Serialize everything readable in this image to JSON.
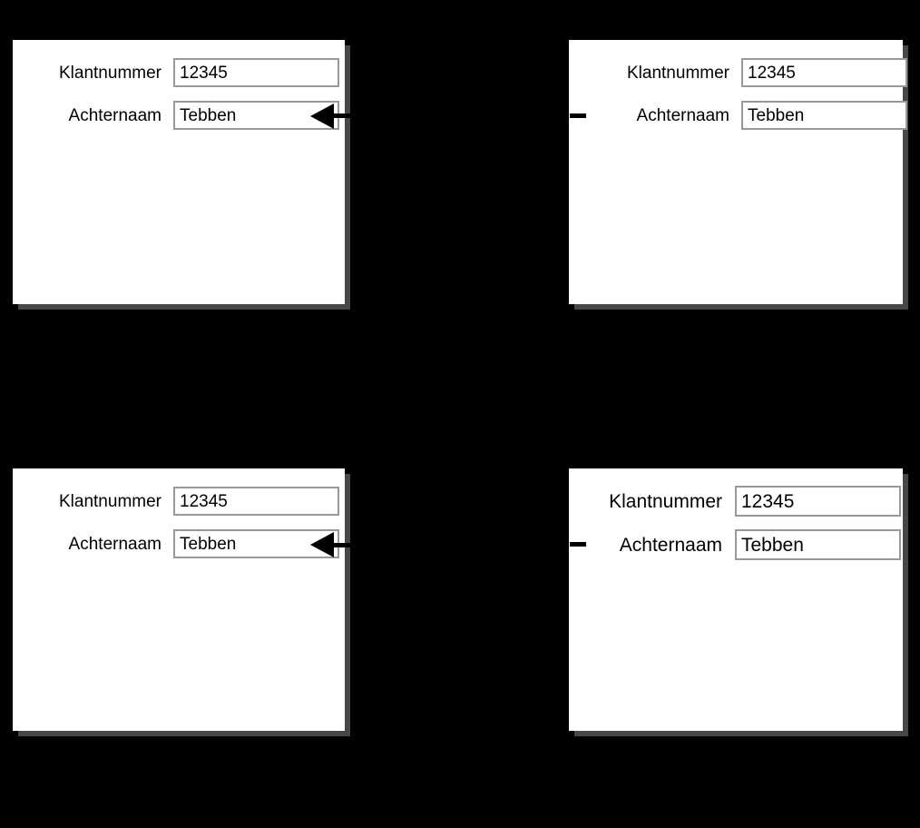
{
  "panels": [
    {
      "id": "top-left",
      "rows": [
        {
          "label": "Klantnummer",
          "value": "12345"
        },
        {
          "label": "Achternaam",
          "value": "Tebben"
        }
      ],
      "annotation": {
        "arrow": "left-pointing-arrowhead",
        "position": "achternaam-field-right",
        "connector": "dashed-stub-right"
      }
    },
    {
      "id": "top-right",
      "rows": [
        {
          "label": "Klantnummer",
          "value": "12345"
        },
        {
          "label": "Achternaam",
          "value": "Tebben"
        }
      ],
      "annotation": {
        "arrow": "none",
        "position": "achternaam-label-left",
        "connector": "short-dash-stub-left"
      }
    },
    {
      "id": "bottom-left",
      "rows": [
        {
          "label": "Klantnummer",
          "value": "12345"
        },
        {
          "label": "Achternaam",
          "value": "Tebben"
        }
      ],
      "annotation": {
        "arrow": "left-pointing-arrowhead",
        "position": "achternaam-field-right",
        "connector": "solid-line-right"
      }
    },
    {
      "id": "bottom-right",
      "rows": [
        {
          "label": "Klantnummer",
          "value": "12345"
        },
        {
          "label": "Achternaam",
          "value": "Tebben"
        }
      ],
      "annotation": {
        "arrow": "none",
        "position": "achternaam-label-left",
        "connector": "short-dash-stub-left"
      }
    }
  ],
  "colors": {
    "background": "#000000",
    "panel": "#ffffff",
    "panel_shadow": "#474747",
    "field_border": "#999999",
    "text": "#000000",
    "annotation": "#000000"
  }
}
